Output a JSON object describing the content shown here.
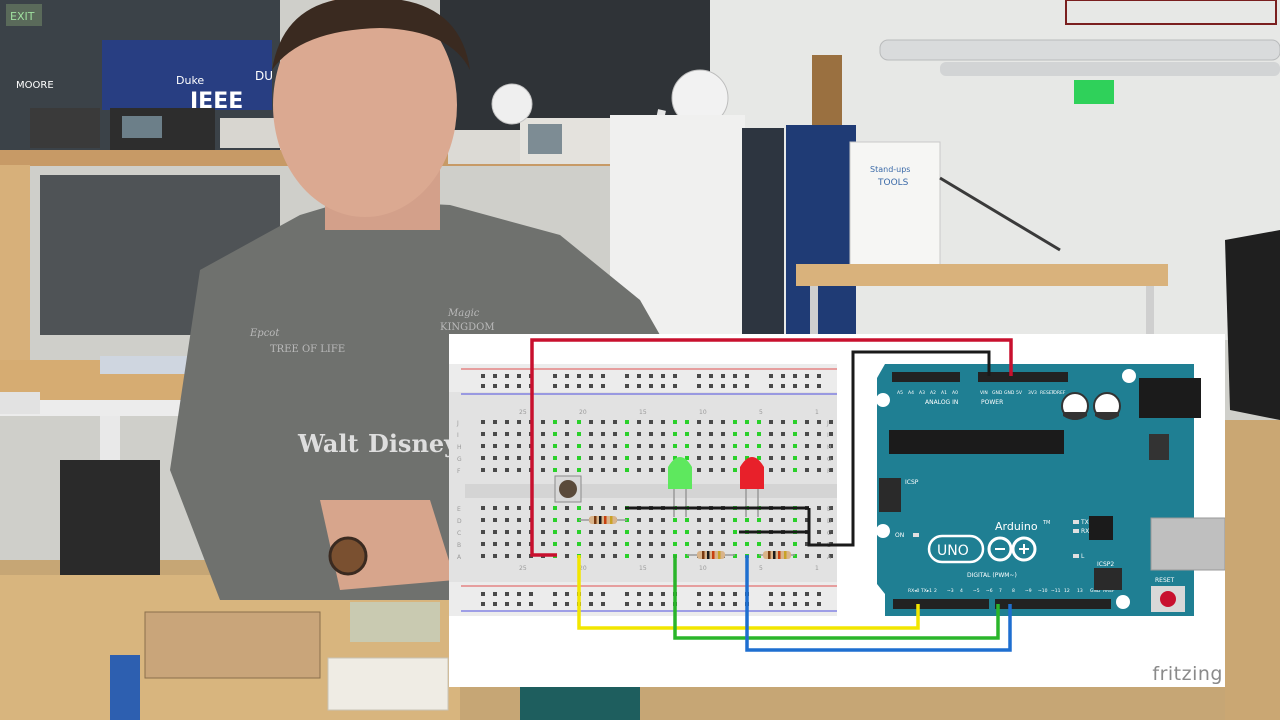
{
  "scene": {
    "sign_exit": "EXIT",
    "banner_top": "Duke",
    "banner_main": "IEEE",
    "banner_side": "DU",
    "shirt_line1": "Epcot",
    "shirt_line2": "TREE OF LIFE",
    "shirt_line3": "Magic",
    "shirt_line4": "KINGDOM",
    "shirt_brand_a": "Walt",
    "shirt_brand_b": "Disney",
    "whiteboard_title1": "Stand-ups",
    "whiteboard_title2": "TOOLS",
    "wall_label": "MOORE"
  },
  "diagram": {
    "watermark": "fritzing",
    "breadcols": [
      "25",
      "20",
      "15",
      "10",
      "5",
      "1"
    ],
    "rows_top": [
      "J",
      "I",
      "H",
      "G",
      "F"
    ],
    "rows_bottom": [
      "E",
      "D",
      "C",
      "B",
      "A"
    ],
    "arduino": {
      "brand": "Arduino",
      "model": "UNO",
      "tm": "TM",
      "power_label": "POWER",
      "analog_label": "ANALOG IN",
      "digital_label": "DIGITAL (PWM~)",
      "icsp_label": "ICSP",
      "icsp2_label": "ICSP2",
      "reset_label": "RESET",
      "on_label": "ON",
      "tx_label": "TX",
      "rx_label": "RX",
      "l_label": "L",
      "analog_pins": [
        "A5",
        "A4",
        "A3",
        "A2",
        "A1",
        "A0"
      ],
      "power_pins": [
        "VIN",
        "GND",
        "GND",
        "5V",
        "3V3",
        "RESET",
        "IOREF"
      ],
      "digital_pins": [
        "AREF",
        "GND",
        "13",
        "12",
        "~11",
        "~10",
        "~9",
        "8",
        "7",
        "~6",
        "~5",
        "4",
        "~3",
        "2",
        "TX▸1",
        "RX◂0"
      ]
    },
    "colors": {
      "wire_red": "#c8102e",
      "wire_black": "#1a1a1a",
      "wire_yellow": "#f2e600",
      "wire_green": "#2ab52a",
      "wire_blue": "#1e6fd0",
      "board_teal": "#1f7f93",
      "led_green": "#5ee85e",
      "led_red": "#e8202a"
    }
  }
}
